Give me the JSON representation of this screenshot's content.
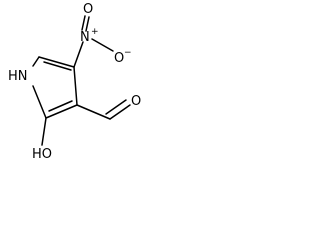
{
  "molecule": {
    "atoms": {
      "nitro_o_top": "O",
      "nitro_n": "N",
      "nitro_n_charge": "+",
      "nitro_o_right": "O",
      "nitro_o_right_charge": "−",
      "ring_nh": "HN",
      "aldehyde_o": "O",
      "hydroxyl": "HO"
    }
  }
}
